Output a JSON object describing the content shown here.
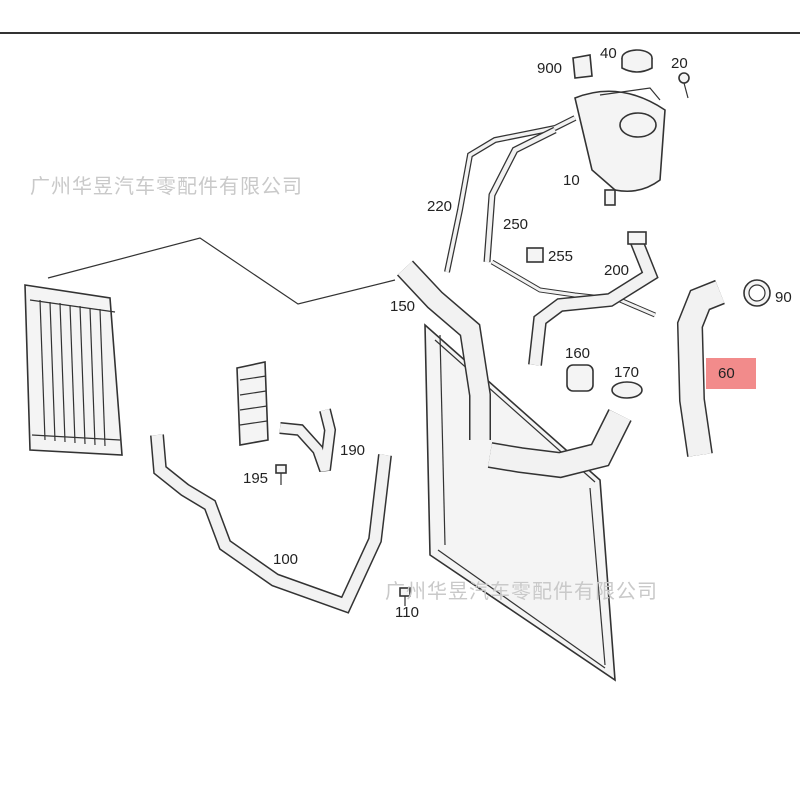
{
  "watermarks": [
    "广州华昱汽车零配件有限公司",
    "广州华昱汽车零配件有限公司"
  ],
  "labels": {
    "p900": "900",
    "p40": "40",
    "p20": "20",
    "p10": "10",
    "p220": "220",
    "p250": "250",
    "p255": "255",
    "p200": "200",
    "p90": "90",
    "p150": "150",
    "p160": "160",
    "p170": "170",
    "p60": "60",
    "p190": "190",
    "p195": "195",
    "p100": "100",
    "p110": "110"
  },
  "highlight_color": "#f28b8b"
}
